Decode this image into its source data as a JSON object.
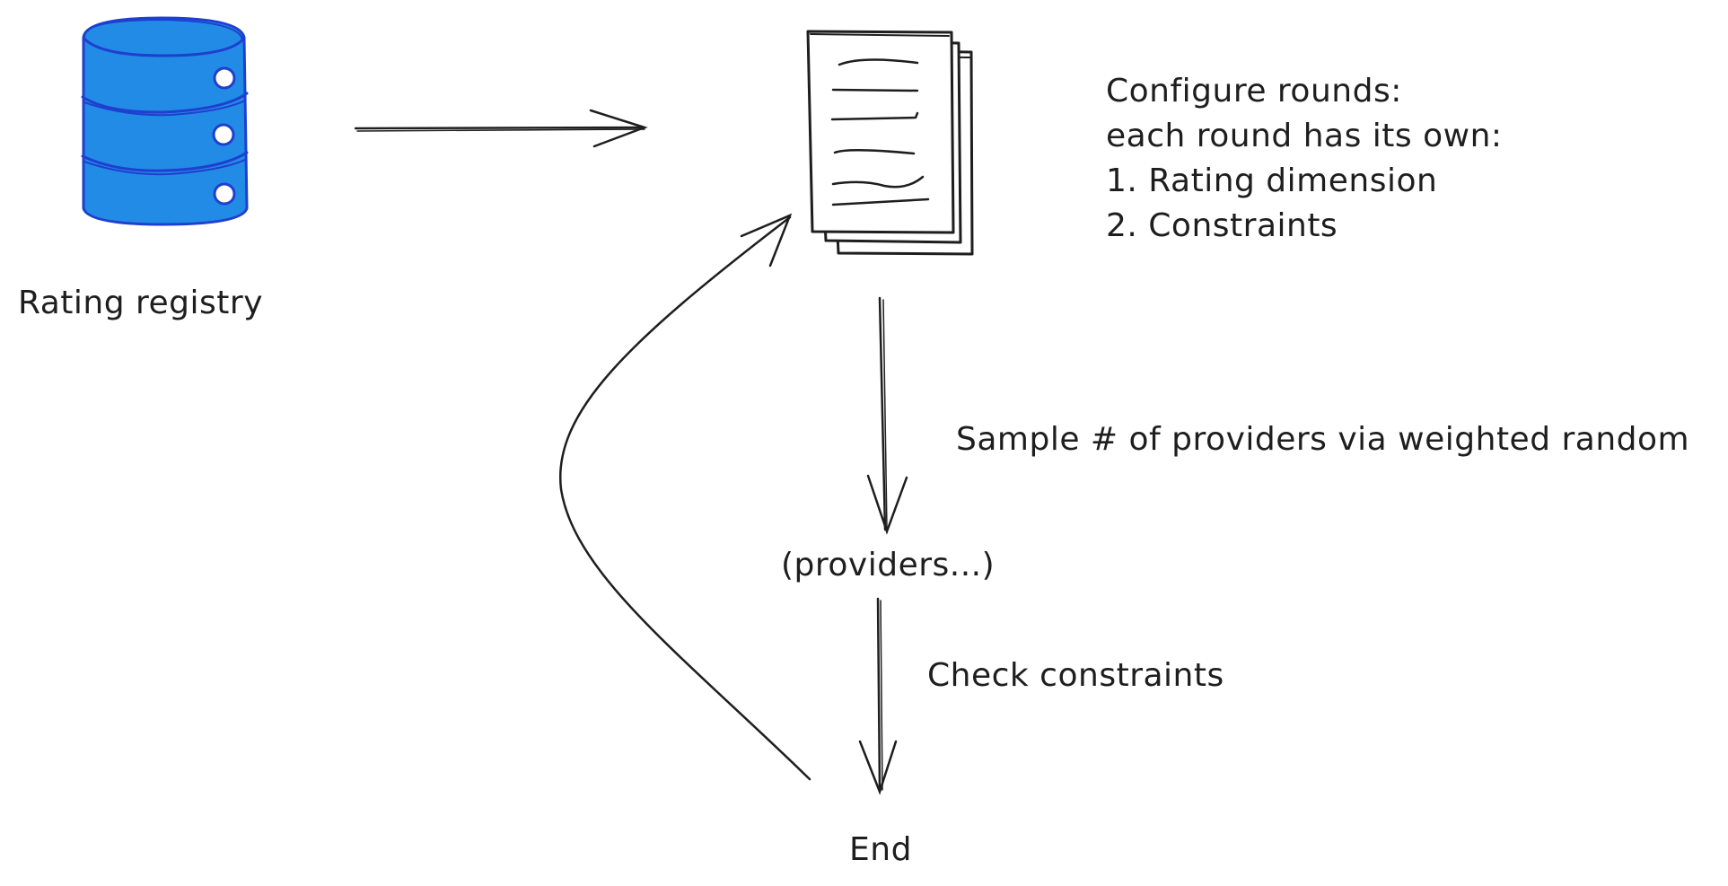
{
  "colors": {
    "stroke": "#1e1e1e",
    "database_fill": "#228be6",
    "database_stroke": "#1864ab",
    "background": "#ffffff"
  },
  "nodes": {
    "registry": {
      "icon": "database-icon",
      "label": "Rating registry"
    },
    "config": {
      "icon": "document-stack-icon",
      "lines": [
        "Configure rounds:",
        "each round has its own:",
        "1. Rating dimension",
        "2. Constraints"
      ]
    },
    "providers": {
      "label": "(providers...)"
    },
    "end": {
      "label": "End"
    }
  },
  "edges": {
    "sample": "Sample # of providers via weighted random",
    "check": "Check constraints"
  }
}
